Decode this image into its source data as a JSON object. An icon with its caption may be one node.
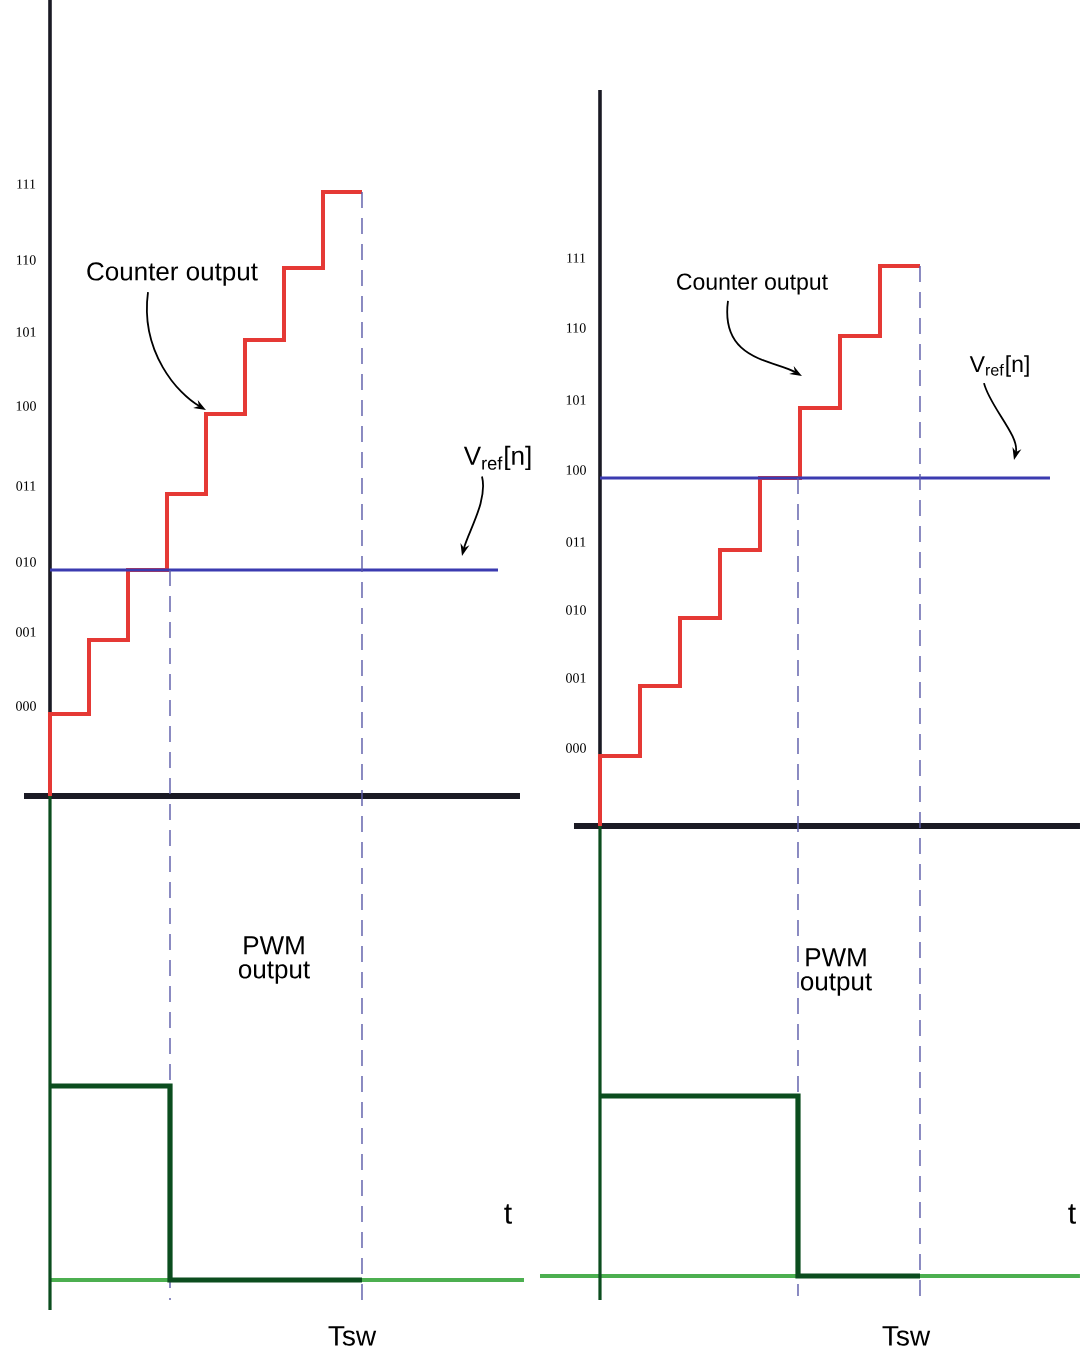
{
  "diagram": {
    "nodes": [
      {
        "text": [
          "Counter output"
        ]
      },
      {
        "text": [
          "V$_{ref}$[n]"
        ]
      },
      {
        "text": [
          "Counter output"
        ]
      },
      {
        "text": [
          "V$_{ref}$[n]"
        ]
      }
    ],
    "edges": [
      {
        "from": 0,
        "to": null,
        "arrow": "to"
      },
      {
        "from": 1,
        "to": null,
        "arrow": "to"
      },
      {
        "from": 2,
        "to": null,
        "arrow": "to"
      },
      {
        "from": 3,
        "to": null,
        "arrow": "to"
      }
    ],
    "labels": [
      "111",
      "110",
      "101",
      "100",
      "011",
      "010",
      "001",
      "000",
      "PWM output",
      "t",
      "Tsw",
      "111",
      "110",
      "101",
      "100",
      "011",
      "010",
      "001",
      "000",
      "PWM output",
      "t",
      "Tsw"
    ]
  }
}
